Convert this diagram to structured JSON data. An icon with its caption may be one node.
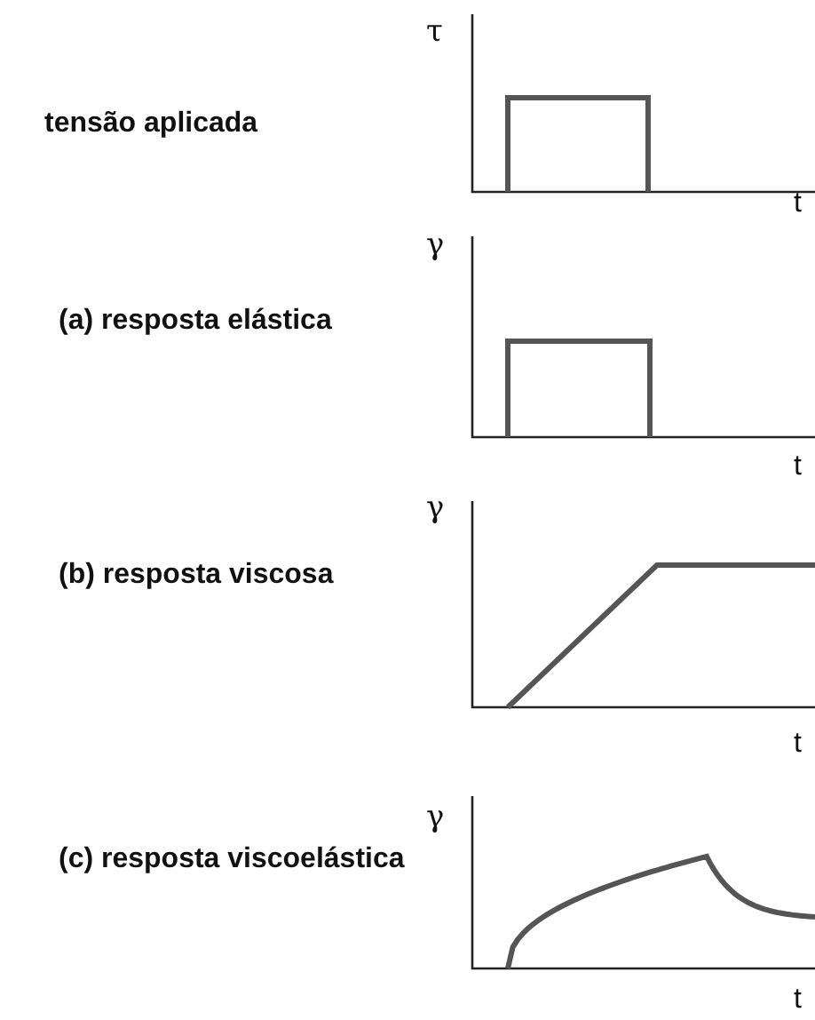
{
  "diagram": {
    "labels": [
      "τ",
      "tensão aplicada",
      "t",
      "γ",
      "(a) resposta elástica",
      "t",
      "γ",
      "(b) resposta viscosa",
      "t",
      "γ",
      "(c) resposta viscoelástica",
      "t"
    ]
  }
}
